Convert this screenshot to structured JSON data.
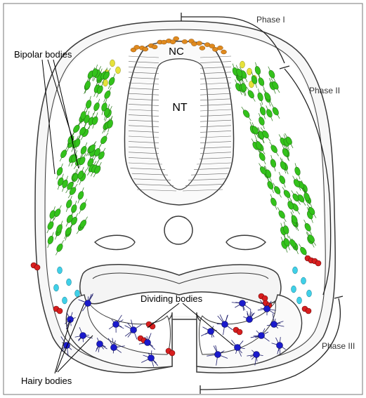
{
  "labels": {
    "nc": "NC",
    "nt": "NT",
    "phase1": "Phase I",
    "phase2": "Phase II",
    "phase3": "Phase III",
    "bipolar": "Bipolar bodies",
    "dividing": "Dividing bodies",
    "hairy": "Hairy bodies"
  },
  "colors": {
    "outline": "#3a3a3a",
    "epithelium_fill": "#f4f4f4",
    "neural_crest": "#e08a1e",
    "transition": "#e6e23a",
    "bipolar": "#33c21b",
    "red_cells": "#d81e1e",
    "cyan_cells": "#3fd0e8",
    "hairy": "#1a1acc"
  },
  "icons": {
    "nc": "orange-cell-icon",
    "bipolar": "green-spindle-cell-icon",
    "red": "red-cell-cluster-icon",
    "cyan": "cyan-cell-icon",
    "hairy": "blue-hairy-cell-icon"
  }
}
